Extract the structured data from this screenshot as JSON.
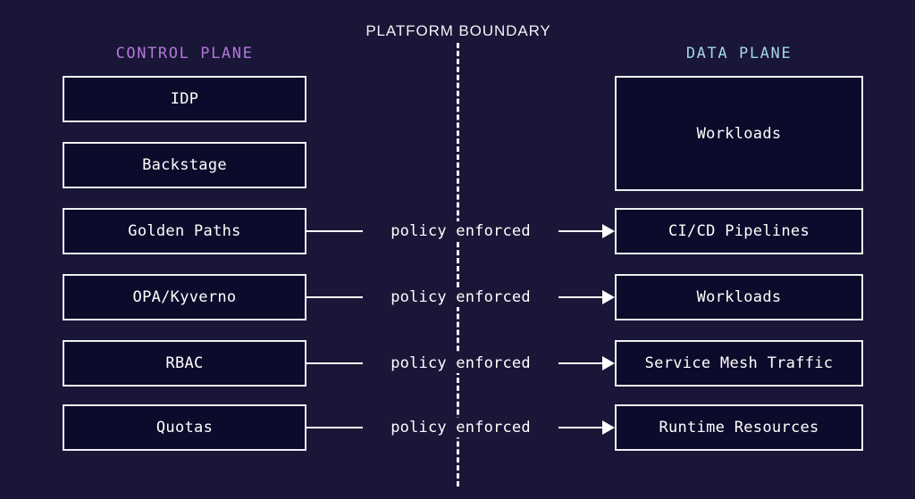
{
  "diagram": {
    "background_color": "#191637",
    "box_fill_color": "#0d0b2b",
    "box_border_color": "#f0f0f4",
    "boundary_title": "PLATFORM BOUNDARY",
    "columns": {
      "left": {
        "header": "CONTROL PLANE",
        "header_color": "#b277d9",
        "nodes": [
          {
            "label": "IDP"
          },
          {
            "label": "Backstage"
          },
          {
            "label": "Golden Paths"
          },
          {
            "label": "OPA/Kyverno"
          },
          {
            "label": "RBAC"
          },
          {
            "label": "Quotas"
          }
        ]
      },
      "right": {
        "header": "DATA PLANE",
        "header_color": "#a4d4e8",
        "nodes": [
          {
            "label": "Workloads"
          },
          {
            "label": "CI/CD Pipelines"
          },
          {
            "label": "Workloads"
          },
          {
            "label": "Service Mesh Traffic"
          },
          {
            "label": "Runtime Resources"
          }
        ]
      }
    },
    "edges": [
      {
        "label": "policy enforced",
        "from": "Golden Paths",
        "to": "CI/CD Pipelines"
      },
      {
        "label": "policy enforced",
        "from": "OPA/Kyverno",
        "to": "Workloads"
      },
      {
        "label": "policy enforced",
        "from": "RBAC",
        "to": "Service Mesh Traffic"
      },
      {
        "label": "policy enforced",
        "from": "Quotas",
        "to": "Runtime Resources"
      }
    ]
  }
}
